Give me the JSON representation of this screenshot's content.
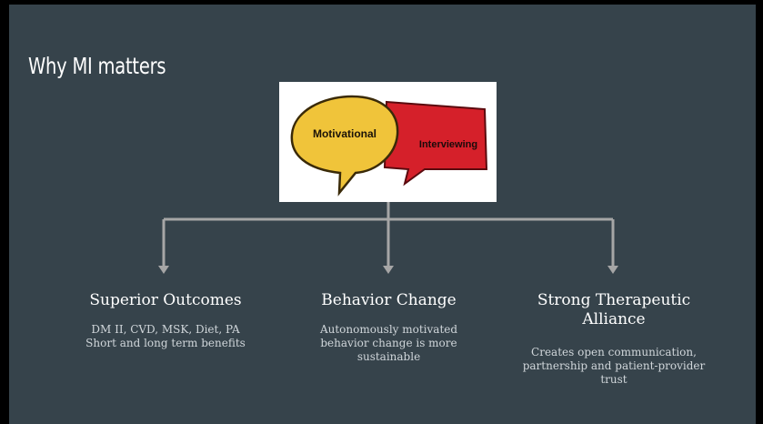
{
  "slide": {
    "title": "Why MI matters",
    "logo": {
      "left_word": "Motivational",
      "right_word": "Interviewing"
    },
    "columns": [
      {
        "heading": "Superior Outcomes",
        "lines": [
          "DM II, CVD, MSK, Diet, PA",
          "Short and long term benefits"
        ]
      },
      {
        "heading": "Behavior Change",
        "lines": [
          "Autonomously motivated",
          "behavior change is more",
          "sustainable"
        ]
      },
      {
        "heading_lines": [
          "Strong Therapeutic",
          "Alliance"
        ],
        "lines": [
          "Creates open communication,",
          "partnership and patient-provider",
          "trust"
        ]
      }
    ]
  },
  "colors": {
    "background": "#36434b",
    "connector": "#a6a6a6",
    "yellow_bubble": "#f0c43a",
    "red_bubble": "#d5202a"
  }
}
